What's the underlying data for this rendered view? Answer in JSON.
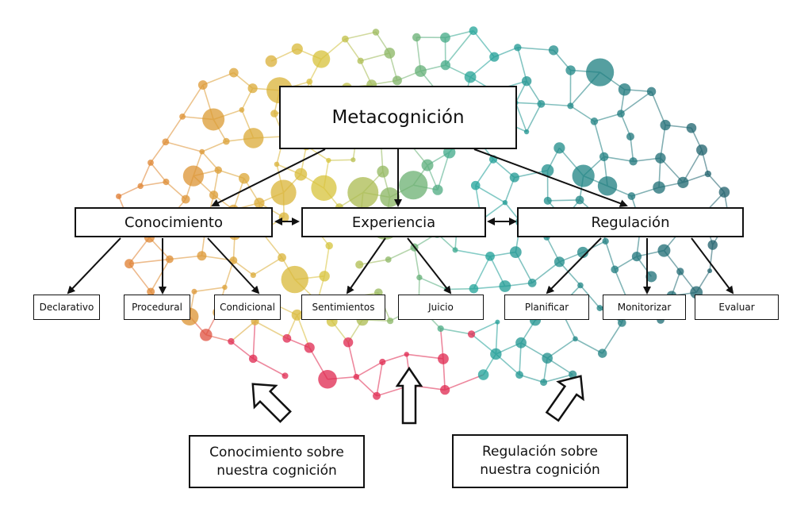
{
  "colors": {
    "orange": "#e07a2e",
    "yellow": "#d8c43a",
    "teal": "#1ea39a",
    "dark_teal": "#1d5e6a",
    "red": "#e0284f",
    "box_border": "#111111"
  },
  "root": {
    "label": "Metacognición"
  },
  "categories": {
    "conocimiento": "Conocimiento",
    "experiencia": "Experiencia",
    "regulacion": "Regulación"
  },
  "leaves": {
    "declarativo": "Declarativo",
    "procedural": "Procedural",
    "condicional": "Condicional",
    "sentimientos": "Sentimientos",
    "juicio": "Juicio",
    "planificar": "Planificar",
    "monitorizar": "Monitorizar",
    "evaluar": "Evaluar"
  },
  "notes": {
    "conocimiento_line1": "Conocimiento sobre",
    "conocimiento_line2": "nuestra cognición",
    "regulacion_line1": "Regulación sobre",
    "regulacion_line2": "nuestra cognición"
  }
}
